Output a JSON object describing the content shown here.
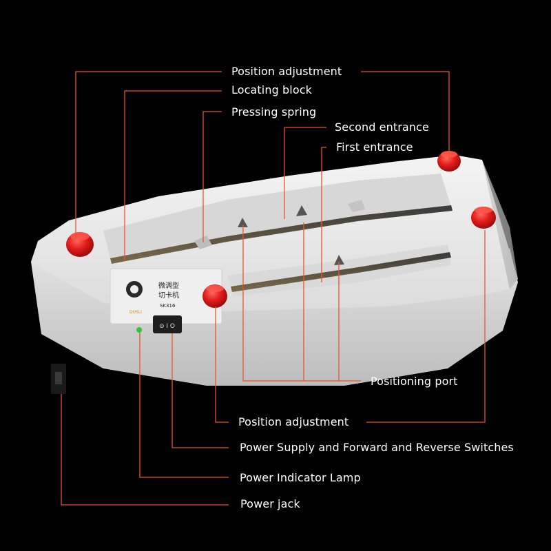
{
  "callouts": {
    "position_adjustment_top": "Position adjustment",
    "locating_block": "Locating block",
    "pressing_spring": "Pressing spring",
    "second_entrance": "Second entrance",
    "first_entrance": "First entrance",
    "positioning_port": "Positioning port",
    "position_adjustment_bottom": "Position adjustment",
    "power_switches": "Power Supply and Forward and Reverse Switches",
    "power_indicator_lamp": "Power Indicator Lamp",
    "power_jack": "Power jack"
  },
  "device_panel": {
    "brand": "DUSLI",
    "title_line1": "微调型",
    "title_line2": "切卡机",
    "model": "SK316",
    "switch_text": "⊝ I O"
  },
  "colors": {
    "background": "#000000",
    "leader_line": "#e8542a",
    "device_body": "#e9e9e9",
    "knob": "#e21a1a",
    "indicator_led": "#36c23a"
  }
}
